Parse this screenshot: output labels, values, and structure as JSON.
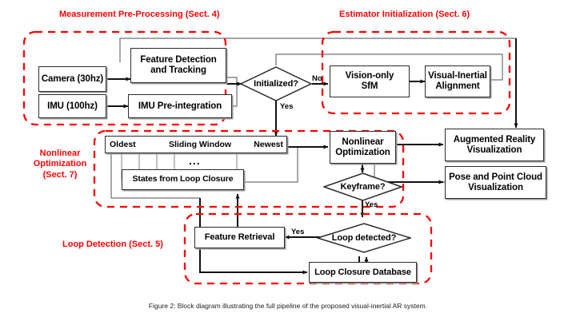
{
  "figure": {
    "caption": "Figure 2: Block diagram illustrating the full pipeline of the proposed visual-inertial AR system.",
    "accent_red": "#ff0000",
    "line_color": "#2b2b2b",
    "box_fill": "#ffffff"
  },
  "regions": [
    {
      "id": "measurement-pre-processing",
      "label": "Measurement Pre-Processing (Sect. 4)"
    },
    {
      "id": "estimator-initialization",
      "label": "Estimator Initialization (Sect. 6)"
    },
    {
      "id": "nonlinear-optimization",
      "label_line1": "Nonlinear",
      "label_line2": "Optimization",
      "label_line3": "(Sect. 7)"
    },
    {
      "id": "loop-detection",
      "label": "Loop Detection (Sect. 5)"
    }
  ],
  "nodes": {
    "camera": {
      "label": "Camera (30hz)"
    },
    "imu": {
      "label": "IMU (100hz)"
    },
    "feature_detection": {
      "line1": "Feature Detection",
      "line2": "and Tracking"
    },
    "imu_preintegration": {
      "label": "IMU Pre-integration"
    },
    "vision_only_sfm": {
      "line1": "Vision-only",
      "line2": "SfM"
    },
    "visual_inertial_alignment": {
      "line1": "Visual-Inertial",
      "line2": "Alignment"
    },
    "nonlinear_optimization": {
      "line1": "Nonlinear",
      "line2": "Optimization"
    },
    "states_from_loop_closure": {
      "label": "States from Loop Closure"
    },
    "feature_retrieval": {
      "label": "Feature Retrieval"
    },
    "loop_closure_db": {
      "label": "Loop Closure Database"
    },
    "ar_visualization": {
      "line1": "Augmented Reality",
      "line2": "Visualization"
    },
    "pose_point_cloud": {
      "line1": "Pose and Point Cloud",
      "line2": "Visualization"
    }
  },
  "decisions": {
    "initialized": {
      "label": "Initialized?"
    },
    "keyframe": {
      "label": "Keyframe?"
    },
    "loop_detected": {
      "label": "Loop detected?"
    }
  },
  "sliding_window": {
    "oldest": "Oldest",
    "title": "Sliding Window",
    "newest": "Newest",
    "ellipsis": "..."
  },
  "edge_labels": {
    "initialized_no": "No",
    "initialized_yes": "Yes",
    "keyframe_yes": "Yes",
    "loop_detected_yes": "Yes"
  }
}
